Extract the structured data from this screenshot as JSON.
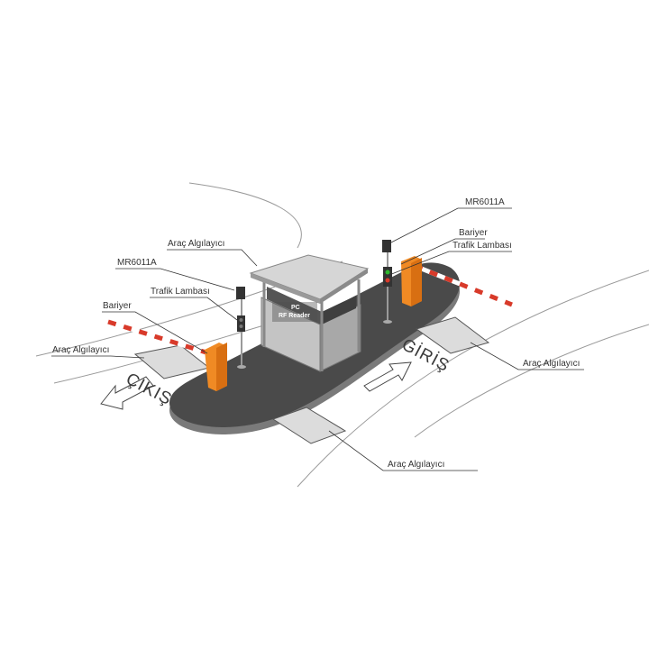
{
  "labels": {
    "mr_right": "MR6011A",
    "bariyer_right": "Bariyer",
    "trafik_right": "Trafik Lambası",
    "arac_top": "Araç Algılayıcı",
    "mr_left": "MR6011A",
    "trafik_left": "Trafik Lambası",
    "bariyer_left": "Bariyer",
    "arac_left": "Araç Algılayıcı",
    "arac_right": "Araç Algılayıcı",
    "arac_bottom": "Araç Algılayıcı"
  },
  "booth": {
    "line1": "PC",
    "line2": "RF Reader"
  },
  "directions": {
    "exit": "ÇIKIŞ",
    "entry": "GİRİŞ"
  },
  "colors": {
    "island": "#4a4a4a",
    "barrier": "#f08a24",
    "arm_red": "#d83a2a",
    "booth": "#b9b9b9"
  }
}
